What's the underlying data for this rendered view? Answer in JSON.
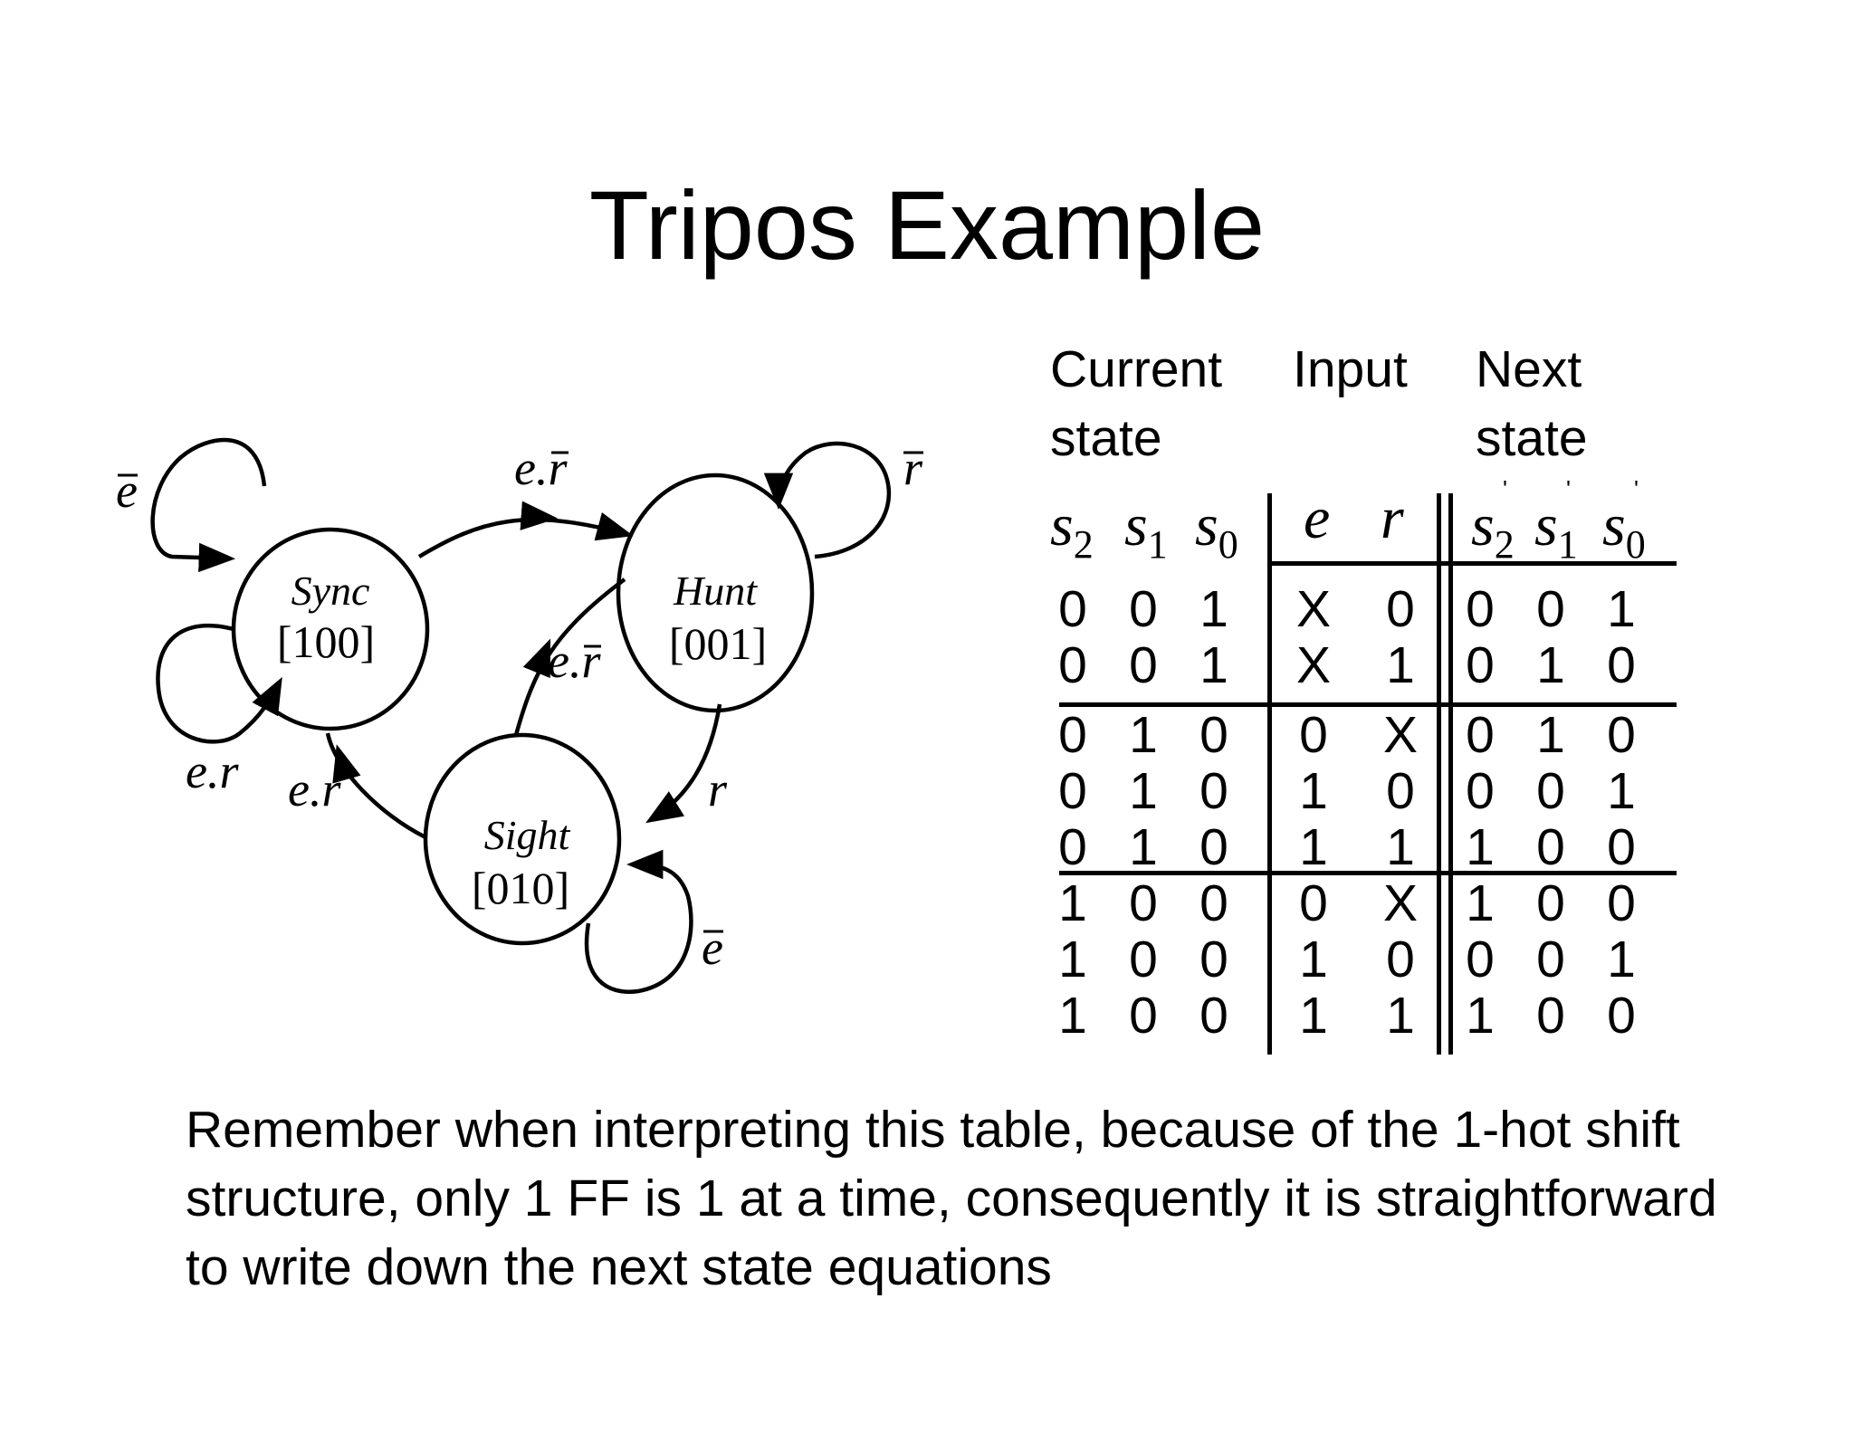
{
  "title": "Tripos Example",
  "diagram": {
    "states": [
      {
        "name": "Sync",
        "code": "[100]"
      },
      {
        "name": "Hunt",
        "code": "[001]"
      },
      {
        "name": "Sight",
        "code": "[010]"
      }
    ],
    "transitions": [
      {
        "from": "Sync",
        "to": "Sync",
        "label": "e",
        "overbar": "e"
      },
      {
        "from": "Sync",
        "to": "Sync",
        "label": "e.r",
        "overbar": ""
      },
      {
        "from": "Sync",
        "to": "Hunt",
        "label": "e.r",
        "overbar": "r"
      },
      {
        "from": "Hunt",
        "to": "Hunt",
        "label": "r",
        "overbar": "r"
      },
      {
        "from": "Hunt",
        "to": "Sight",
        "label": "r",
        "overbar": ""
      },
      {
        "from": "Sight",
        "to": "Hunt",
        "label": "e.r",
        "overbar": "r"
      },
      {
        "from": "Sight",
        "to": "Sync",
        "label": "e.r",
        "overbar": ""
      },
      {
        "from": "Sight",
        "to": "Sight",
        "label": "e",
        "overbar": "e"
      }
    ]
  },
  "table": {
    "group_headers": [
      {
        "line1": "Current",
        "line2": "state"
      },
      {
        "line1": "Input",
        "line2": ""
      },
      {
        "line1": "Next",
        "line2": "state"
      }
    ],
    "columns": [
      {
        "var": "s",
        "sub": "2",
        "prime": ""
      },
      {
        "var": "s",
        "sub": "1",
        "prime": ""
      },
      {
        "var": "s",
        "sub": "0",
        "prime": ""
      },
      {
        "var": "e",
        "sub": "",
        "prime": ""
      },
      {
        "var": "r",
        "sub": "",
        "prime": ""
      },
      {
        "var": "s",
        "sub": "2",
        "prime": "'"
      },
      {
        "var": "s",
        "sub": "1",
        "prime": "'"
      },
      {
        "var": "s",
        "sub": "0",
        "prime": "'"
      }
    ],
    "rows": [
      [
        "0",
        "0",
        "1",
        "X",
        "0",
        "0",
        "0",
        "1"
      ],
      [
        "0",
        "0",
        "1",
        "X",
        "1",
        "0",
        "1",
        "0"
      ],
      [
        "0",
        "1",
        "0",
        "0",
        "X",
        "0",
        "1",
        "0"
      ],
      [
        "0",
        "1",
        "0",
        "1",
        "0",
        "0",
        "0",
        "1"
      ],
      [
        "0",
        "1",
        "0",
        "1",
        "1",
        "1",
        "0",
        "0"
      ],
      [
        "1",
        "0",
        "0",
        "0",
        "X",
        "1",
        "0",
        "0"
      ],
      [
        "1",
        "0",
        "0",
        "1",
        "0",
        "0",
        "0",
        "1"
      ],
      [
        "1",
        "0",
        "0",
        "1",
        "1",
        "1",
        "0",
        "0"
      ]
    ]
  },
  "note": "Remember when interpreting this table, because of the 1-hot shift structure, only 1 FF is 1 at a time, consequently it is straightforward to write down the next state equations"
}
